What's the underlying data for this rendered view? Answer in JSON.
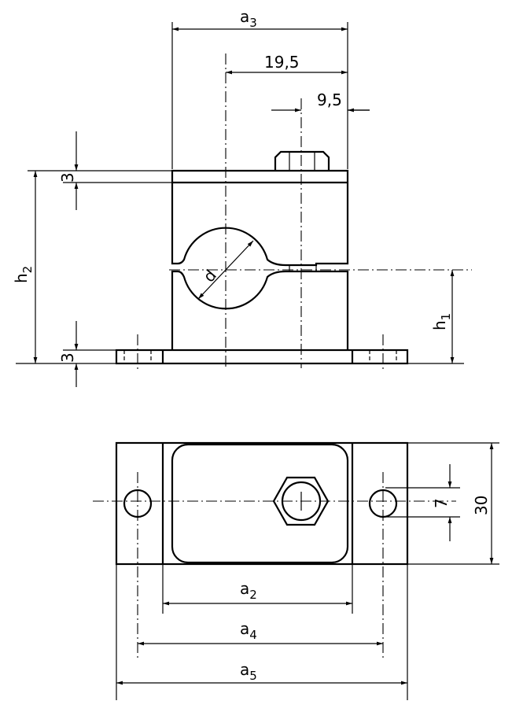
{
  "dimensions": {
    "a3": {
      "base": "a",
      "sub": "3"
    },
    "d19_5": "19,5",
    "d9_5": "9,5",
    "d3_top": "3",
    "d3_bottom": "3",
    "h2": {
      "base": "h",
      "sub": "2"
    },
    "h1": {
      "base": "h",
      "sub": "1"
    },
    "diameter": "d",
    "a2": {
      "base": "a",
      "sub": "2"
    },
    "a4": {
      "base": "a",
      "sub": "4"
    },
    "a5": {
      "base": "a",
      "sub": "5"
    },
    "d7": "7",
    "d30": "30"
  }
}
